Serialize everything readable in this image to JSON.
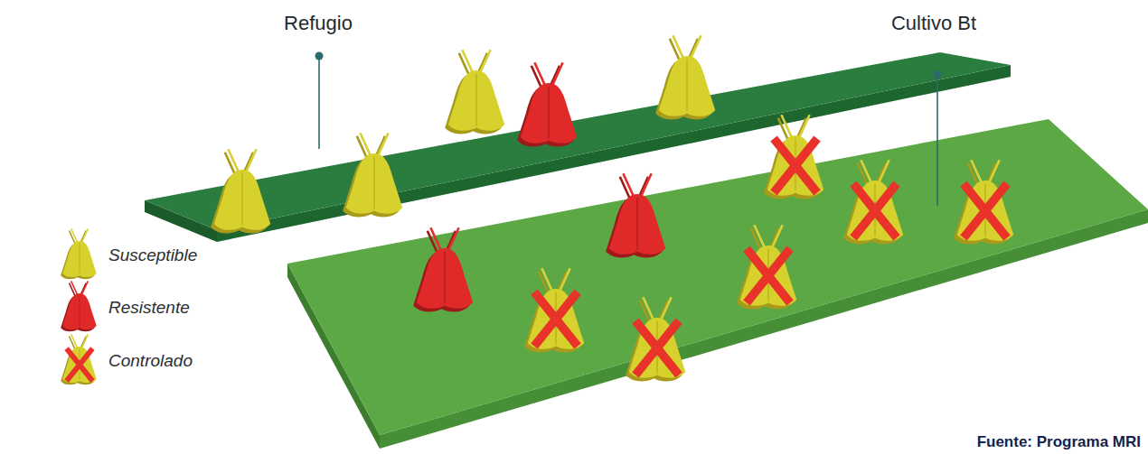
{
  "diagram": {
    "labels": [
      "Refugio",
      "Cultivo Bt",
      "Fuente: Programa MRI"
    ],
    "legend": [
      {
        "text": "Susceptible"
      },
      {
        "text": "Resistente"
      },
      {
        "text": "Controlado"
      }
    ]
  }
}
